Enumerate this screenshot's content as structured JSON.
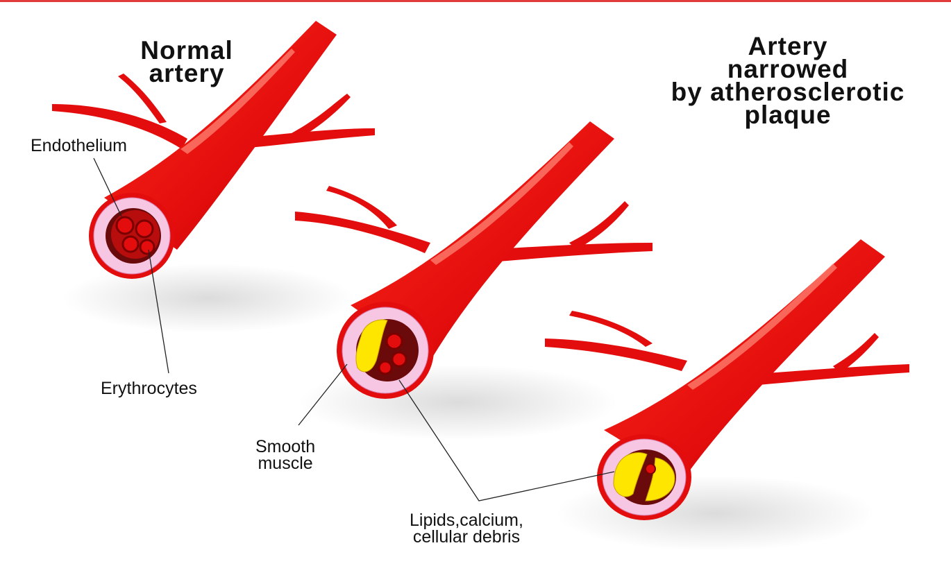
{
  "titles": {
    "normal": [
      "Normal",
      "artery"
    ],
    "narrowed": [
      "Artery",
      "narrowed",
      "by atherosclerotic",
      "plaque"
    ]
  },
  "labels": {
    "endothelium": "Endothelium",
    "erythrocytes": "Erythrocytes",
    "smooth_muscle": [
      "Smooth",
      "muscle"
    ],
    "lipids": [
      "Lipids,calcium,",
      "cellular debris"
    ]
  },
  "colors": {
    "artery_red": "#e30d0d",
    "artery_dark": "#a80000",
    "wall_pink": "#f7c6e3",
    "lumen_dark": "#6b0a0a",
    "plaque_yellow": "#ffe600",
    "top_rule": "#e23b3b"
  }
}
